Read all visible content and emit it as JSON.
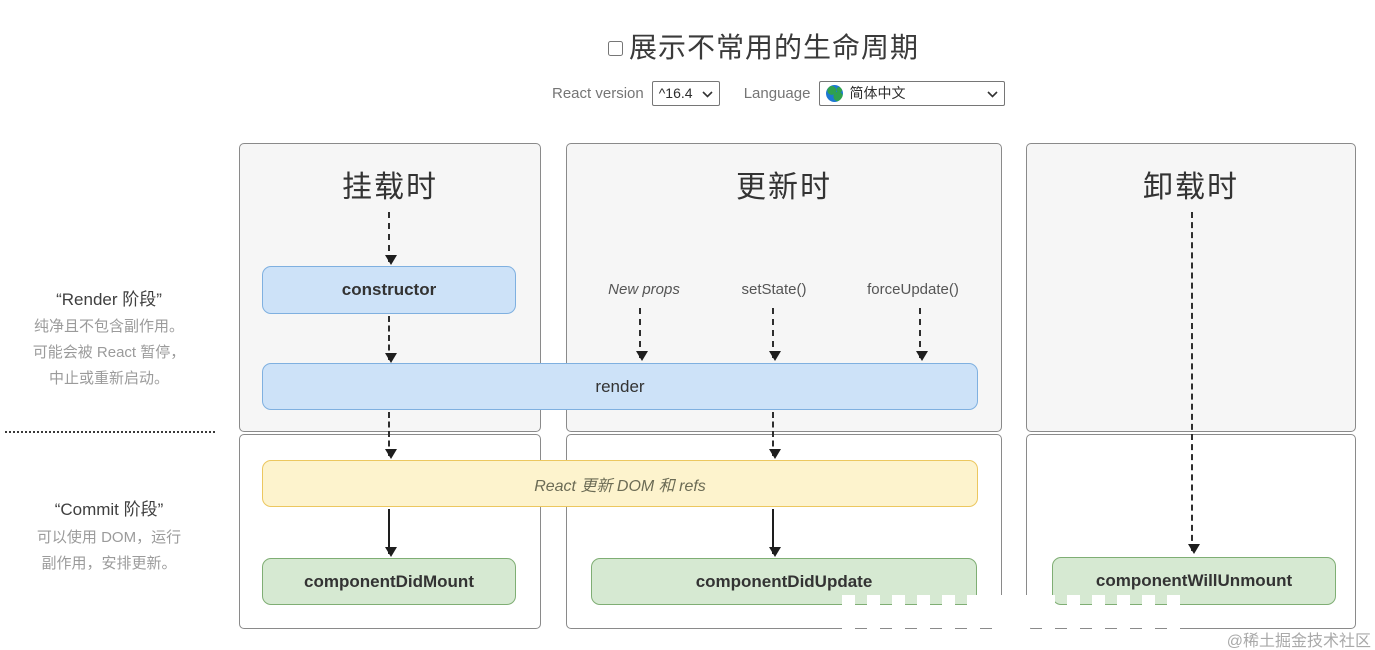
{
  "header": {
    "title": "展示不常用的生命周期",
    "react_version_label": "React version",
    "react_version_value": "^16.4",
    "language_label": "Language",
    "language_value": "简体中文"
  },
  "left_panel": {
    "render_phase": {
      "title": "“Render 阶段”",
      "lines": [
        "纯净且不包含副作用。",
        "可能会被 React 暂停，",
        "中止或重新启动。"
      ]
    },
    "commit_phase": {
      "title": "“Commit 阶段”",
      "lines": [
        "可以使用 DOM，运行",
        "副作用，安排更新。"
      ]
    }
  },
  "columns": [
    {
      "title": "挂载时"
    },
    {
      "title": "更新时",
      "triggers": [
        "New props",
        "setState()",
        "forceUpdate()"
      ]
    },
    {
      "title": "卸载时"
    }
  ],
  "boxes": {
    "constructor": "constructor",
    "render": "render",
    "react_updates": "React 更新 DOM 和 refs",
    "did_mount": "componentDidMount",
    "did_update": "componentDidUpdate",
    "will_unmount": "componentWillUnmount"
  },
  "watermark": {
    "text": "@稀土掘金技术社区"
  },
  "colors": {
    "box_blue_fill": "#cde2f8",
    "box_blue_border": "#7fb0e0",
    "box_yellow_fill": "#fdf3cd",
    "box_yellow_border": "#ecc75f",
    "box_green_fill": "#d6e9d2",
    "box_green_border": "#7fae74",
    "section_gray": "#f6f6f6",
    "column_border": "#8a8a8a",
    "muted_text": "#9b9b9b",
    "globe_blue": "#1d78d2",
    "globe_green": "#2fa14f"
  }
}
